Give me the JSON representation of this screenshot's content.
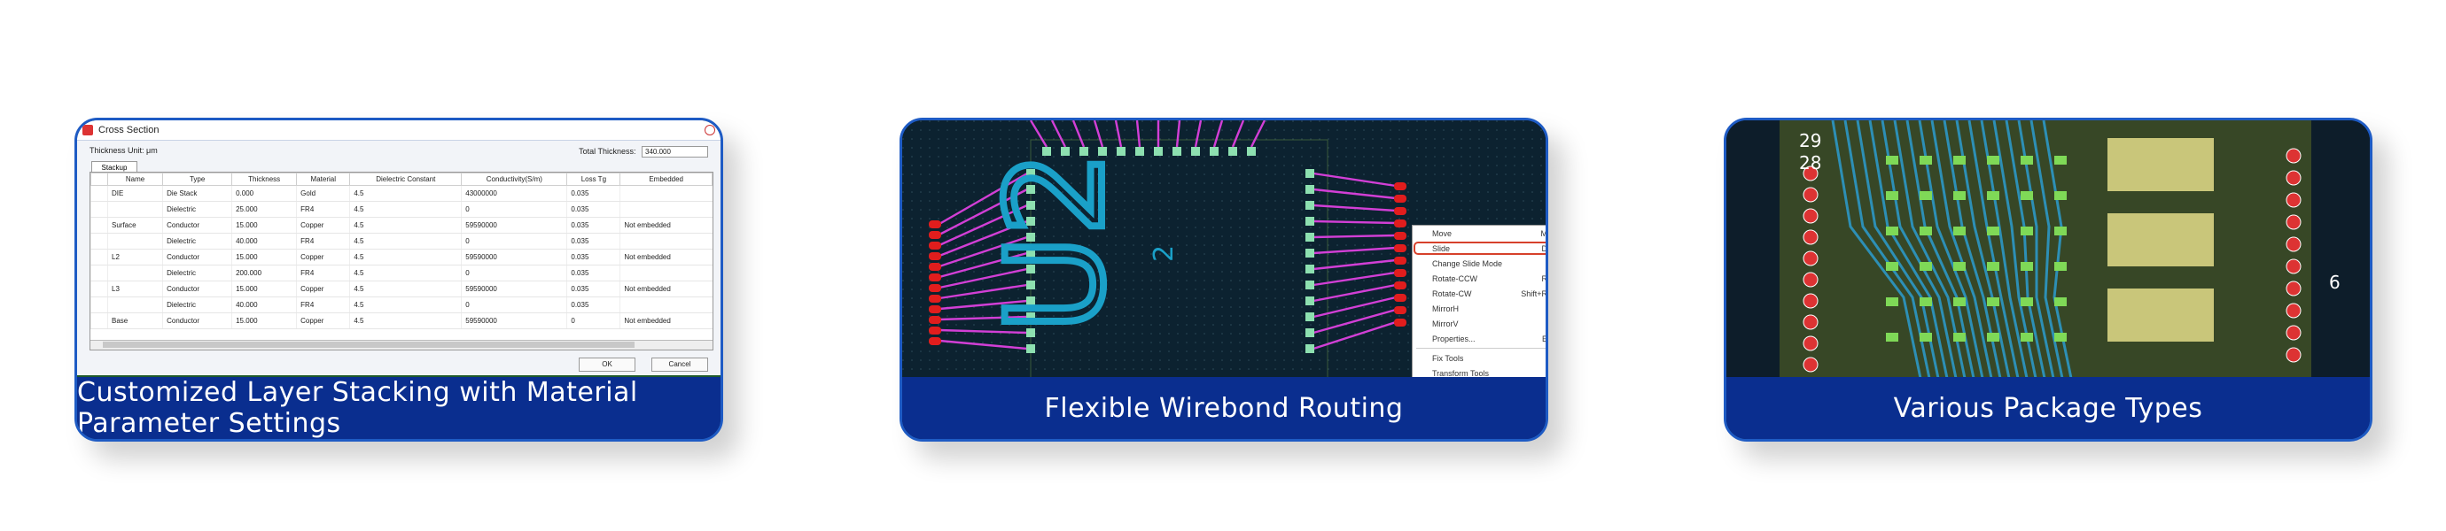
{
  "cards": [
    {
      "caption": "Customized Layer Stacking with Material Parameter Settings",
      "dialog": {
        "title": "Cross Section",
        "thickness_unit_label": "Thickness Unit:",
        "thickness_unit_value": "μm",
        "total_thickness_label": "Total Thickness:",
        "total_thickness_value": "340.000",
        "tab": "Stackup",
        "columns": [
          "Name",
          "Type",
          "Thickness",
          "Material",
          "Dielectric Constant",
          "Conductivity(S/m)",
          "Loss Tg",
          "Embedded"
        ],
        "rows": [
          [
            "DIE",
            "Die Stack",
            "0.000",
            "Gold",
            "4.5",
            "43000000",
            "0.035",
            ""
          ],
          [
            "",
            "Dielectric",
            "25.000",
            "FR4",
            "4.5",
            "0",
            "0.035",
            ""
          ],
          [
            "Surface",
            "Conductor",
            "15.000",
            "Copper",
            "4.5",
            "59590000",
            "0.035",
            "Not embedded"
          ],
          [
            "",
            "Dielectric",
            "40.000",
            "FR4",
            "4.5",
            "0",
            "0.035",
            ""
          ],
          [
            "L2",
            "Conductor",
            "15.000",
            "Copper",
            "4.5",
            "59590000",
            "0.035",
            "Not embedded"
          ],
          [
            "",
            "Dielectric",
            "200.000",
            "FR4",
            "4.5",
            "0",
            "0.035",
            ""
          ],
          [
            "L3",
            "Conductor",
            "15.000",
            "Copper",
            "4.5",
            "59590000",
            "0.035",
            "Not embedded"
          ],
          [
            "",
            "Dielectric",
            "40.000",
            "FR4",
            "4.5",
            "0",
            "0.035",
            ""
          ],
          [
            "Base",
            "Conductor",
            "15.000",
            "Copper",
            "4.5",
            "59590000",
            "0",
            "Not embedded"
          ]
        ],
        "ok": "OK",
        "cancel": "Cancel"
      }
    },
    {
      "caption": "Flexible Wirebond Routing",
      "component_label": "U2",
      "component_sub": "2",
      "menu": [
        {
          "label": "Move",
          "key": "M"
        },
        {
          "label": "Slide",
          "key": "D",
          "selected": true
        },
        {
          "label": "Change Slide Mode",
          "key": ""
        },
        {
          "label": "Rotate-CCW",
          "key": "R"
        },
        {
          "label": "Rotate-CW",
          "key": "Shift+R"
        },
        {
          "label": "MirrorH",
          "key": ""
        },
        {
          "label": "MirrorV",
          "key": ""
        },
        {
          "label": "Properties...",
          "key": "E"
        },
        {
          "label": "Fix Tools",
          "key": ""
        },
        {
          "label": "Transform Tools",
          "key": ""
        }
      ]
    },
    {
      "caption": "Various Package Types",
      "numbers": [
        "29",
        "28",
        "6"
      ]
    }
  ],
  "colors": {
    "caption_bg": "#0a2e8f",
    "border": "#1e5bc4",
    "pcb_bg": "#0c2230",
    "wire": "#d23fd6",
    "pad": "#8de0b0",
    "label": "#1aa0c8"
  }
}
